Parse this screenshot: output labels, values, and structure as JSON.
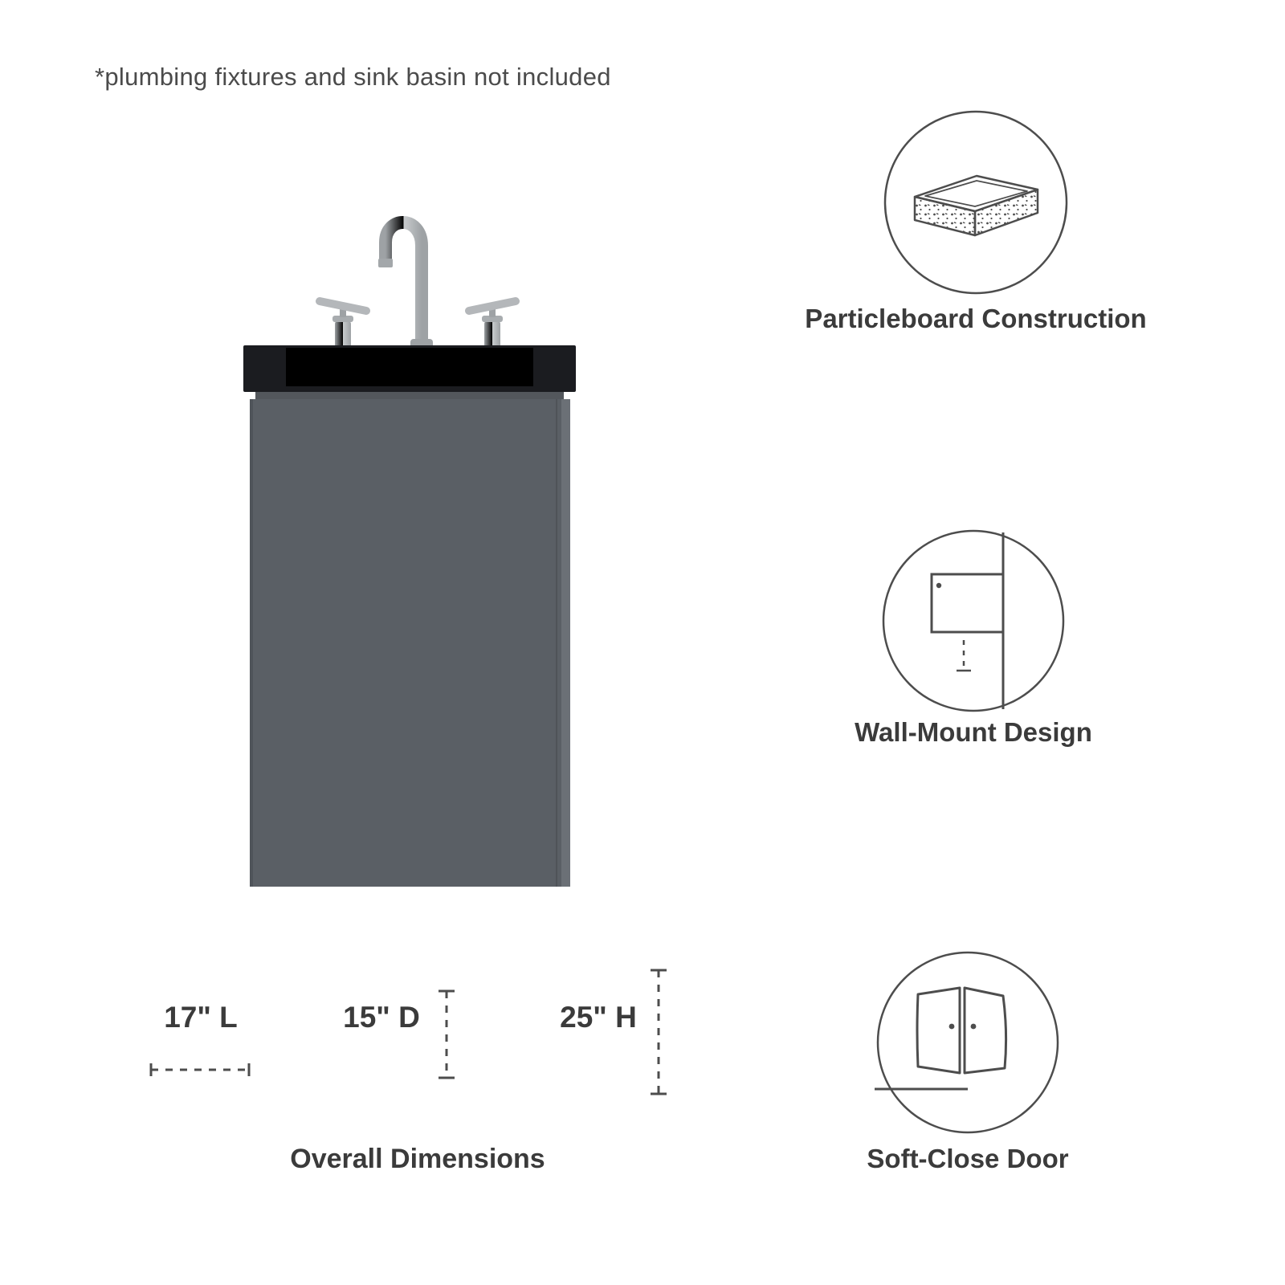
{
  "disclaimer": "*plumbing fixtures and sink basin not included",
  "features": [
    {
      "label": "Particleboard Construction",
      "icon": "particleboard-icon"
    },
    {
      "label": "Wall-Mount Design",
      "icon": "wall-mount-icon"
    },
    {
      "label": "Soft-Close Door",
      "icon": "soft-close-door-icon"
    }
  ],
  "dimensions": {
    "length_label": "17\" L",
    "depth_label": "15\" D",
    "height_label": "25\" H",
    "caption": "Overall Dimensions"
  },
  "colors": {
    "text_dark": "#3b3b3b",
    "text_mid": "#4b4b4b",
    "line": "#4d4d4d",
    "cabinet_gray": "#5a5f65",
    "counter_black": "#1b1c20",
    "basin_black": "#000000",
    "faucet_silver": "#b4b7ba"
  }
}
